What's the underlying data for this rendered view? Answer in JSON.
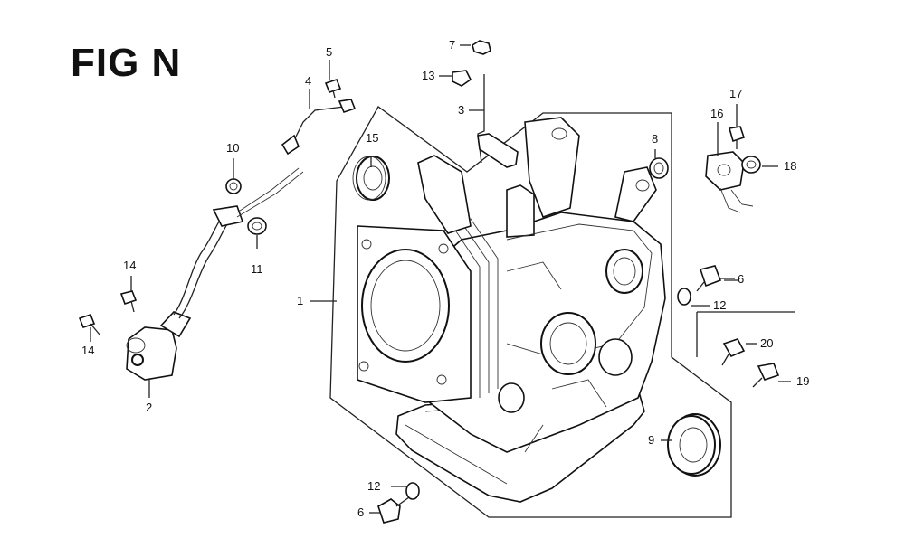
{
  "figure": {
    "title": "FIG N"
  },
  "callouts": [
    {
      "id": "1",
      "text": "1"
    },
    {
      "id": "2",
      "text": "2"
    },
    {
      "id": "3",
      "text": "3"
    },
    {
      "id": "4",
      "text": "4"
    },
    {
      "id": "5",
      "text": "5"
    },
    {
      "id": "6a",
      "text": "6"
    },
    {
      "id": "6b",
      "text": "6"
    },
    {
      "id": "7",
      "text": "7"
    },
    {
      "id": "8",
      "text": "8"
    },
    {
      "id": "9",
      "text": "9"
    },
    {
      "id": "10",
      "text": "10"
    },
    {
      "id": "11",
      "text": "11"
    },
    {
      "id": "12a",
      "text": "12"
    },
    {
      "id": "12b",
      "text": "12"
    },
    {
      "id": "13",
      "text": "13"
    },
    {
      "id": "14a",
      "text": "14"
    },
    {
      "id": "14b",
      "text": "14"
    },
    {
      "id": "15",
      "text": "15"
    },
    {
      "id": "16",
      "text": "16"
    },
    {
      "id": "17",
      "text": "17"
    },
    {
      "id": "18",
      "text": "18"
    },
    {
      "id": "19",
      "text": "19"
    },
    {
      "id": "20",
      "text": "20"
    }
  ]
}
